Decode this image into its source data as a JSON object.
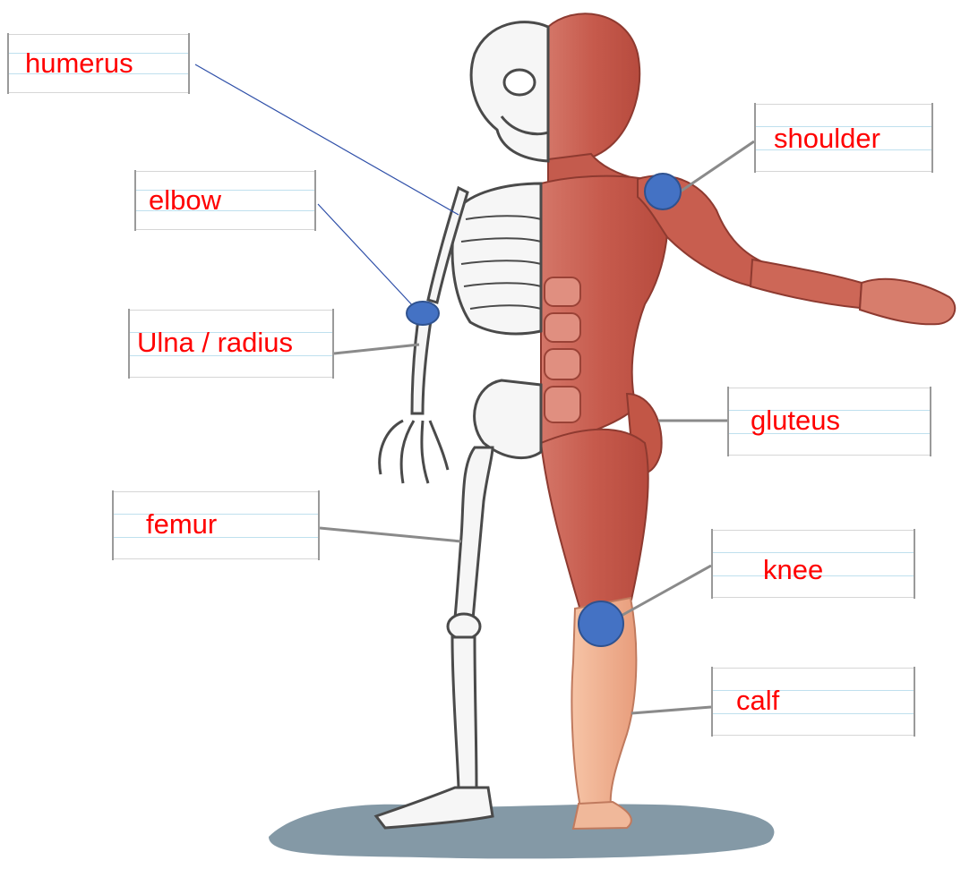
{
  "labels": {
    "humerus": "humerus",
    "elbow": "elbow",
    "ulna_radius": "Ulna / radius",
    "femur": "femur",
    "shoulder": "shoulder",
    "gluteus": "gluteus",
    "knee": "knee",
    "calf": "calf"
  },
  "colors": {
    "label_text": "#ff0000",
    "marker_dot": "#4472c4",
    "marker_outline": "#2f528f",
    "pointer_blue": "#2e4fa8",
    "pointer_gray": "#8a8a8a",
    "bone": "#f4f4f4",
    "muscle": "#cf6a5a",
    "skin": "#f0b89a",
    "ground": "#6f8796"
  }
}
